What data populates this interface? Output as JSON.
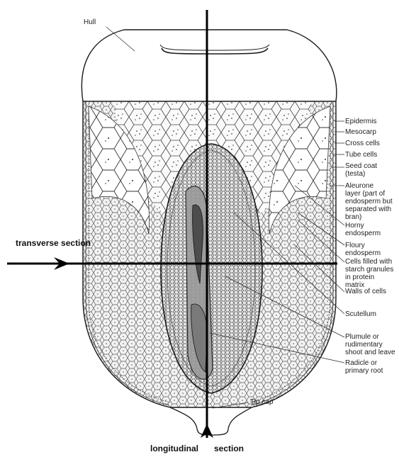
{
  "diagram": {
    "labels": {
      "hull": "Hull",
      "epidermis": "Epidermis",
      "mesocarp": "Mesocarp",
      "cross_cells": "Cross cells",
      "tube_cells": "Tube cells",
      "seed_coat": "Seed coat\n(testa)",
      "aleurone": "Aleurone\nlayer (part of\nendosperm but\nseparated with\nbran)",
      "horny_endosperm": "Horny\nendosperm",
      "floury_endosperm": "Floury\nendosperm",
      "starch_cells": "Cells filled with\nstarch granules\nin protein\nmatrix",
      "walls_of_cells": "Walls of cells",
      "scutellum": "Scutellum",
      "plumule": "Plumule or\nrudimentary\nshoot and leave",
      "radicle": "Radicle or\nprimary root",
      "tip_cap": "Tip cap"
    },
    "section_labels": {
      "transverse": "transverse\nsection",
      "longitudinal_left": "longitudinal",
      "longitudinal_right": "section"
    }
  },
  "colors": {
    "line": "#1a1a1a",
    "cell_fill": "#f4f4f4",
    "embryo_fill": "#d9d9d9",
    "background": "#ffffff"
  }
}
